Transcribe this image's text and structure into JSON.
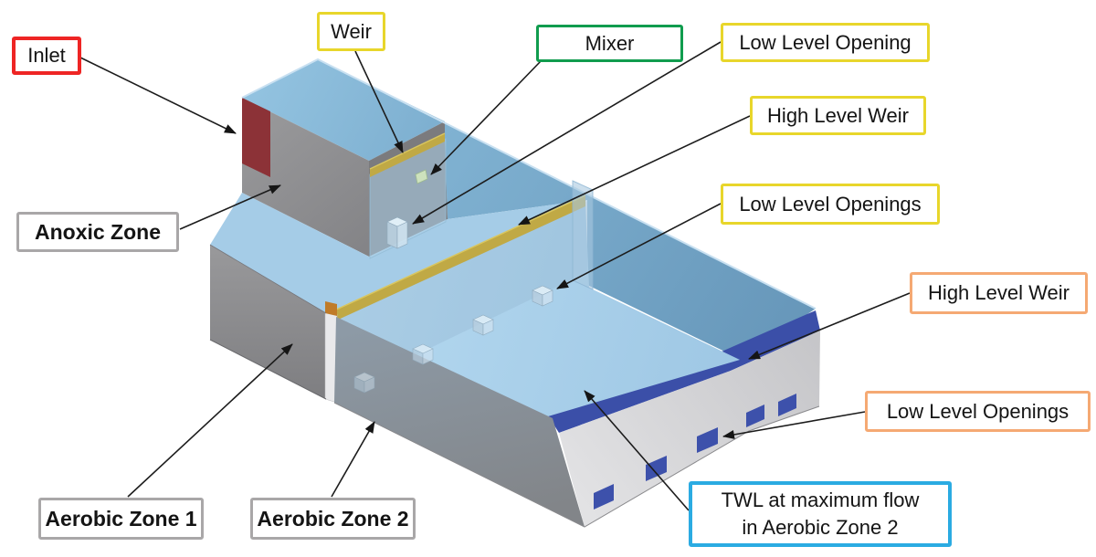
{
  "diagram_type": "3d-tank-process-diagram",
  "callouts": {
    "inlet": {
      "text": "Inlet",
      "border": "#ee2524"
    },
    "weir": {
      "text": "Weir",
      "border": "#e8d62b"
    },
    "mixer": {
      "text": "Mixer",
      "border": "#109c4e"
    },
    "low_level_opening": {
      "text": "Low Level Opening",
      "border": "#e8d62b"
    },
    "high_level_weir_mid": {
      "text": "High Level Weir",
      "border": "#e8d62b"
    },
    "low_level_openings_mid": {
      "text": "Low Level Openings",
      "border": "#e8d62b"
    },
    "high_level_weir_end": {
      "text": "High Level Weir",
      "border": "#f5a973"
    },
    "low_level_openings_end": {
      "text": "Low Level Openings",
      "border": "#f5a973"
    },
    "twl": {
      "line1": "TWL at maximum flow",
      "line2": "in Aerobic Zone 2",
      "border": "#2babe2"
    },
    "anoxic_zone": {
      "text": "Anoxic Zone",
      "border": "#a9a7a8"
    },
    "aerobic_zone_1": {
      "text": "Aerobic Zone 1",
      "border": "#a9a7a8"
    },
    "aerobic_zone_2": {
      "text": "Aerobic Zone 2",
      "border": "#a9a7a8"
    }
  },
  "scene_colors": {
    "anoxic_water_surface": "#8abdda",
    "high_level_water": "#6fa2c4",
    "low_level_water": "#abd1eb",
    "weir_crest_yellow": "#c0a945",
    "high_level_weir_navy": "#3b4fa8",
    "low_level_opening_navy": "#3d51ab",
    "inlet_port_red": "#8c3237",
    "mixer_green": "#cde2bd",
    "tank_wall_gray": "#8f8f91",
    "empty_channel_gray": "#d9d9db",
    "divider_wall_white": "#e9e9eb",
    "divider_cap_orange": "#c07b28",
    "annotation_line": "#1c1c1c"
  }
}
